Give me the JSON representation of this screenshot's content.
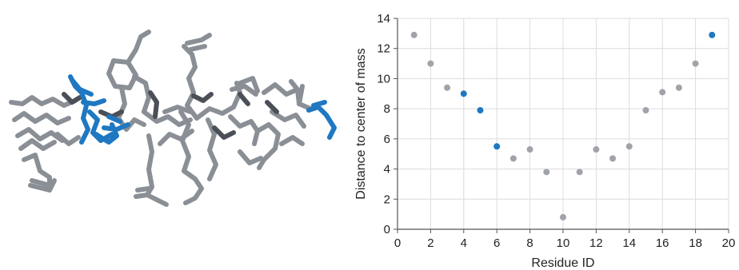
{
  "figure": {
    "molecule_icon": "peptide-stick-model",
    "colors": {
      "highlight": "#1f78c1",
      "default": "#a0a4aa",
      "stick_gray": "#8a8f96",
      "stick_dark": "#4b5058",
      "grid": "#dcdcdc",
      "axis": "#555555"
    }
  },
  "chart_data": {
    "type": "scatter",
    "xlabel": "Residue ID",
    "ylabel": "Distance to center of mass",
    "xlim": [
      0,
      20
    ],
    "ylim": [
      0,
      14
    ],
    "xticks": [
      0,
      2,
      4,
      6,
      8,
      10,
      12,
      14,
      16,
      18,
      20
    ],
    "yticks": [
      0,
      2,
      4,
      6,
      8,
      10,
      12,
      14
    ],
    "grid": true,
    "legend": "none",
    "points": [
      {
        "x": 1,
        "y": 12.9,
        "highlight": false
      },
      {
        "x": 2,
        "y": 11.0,
        "highlight": false
      },
      {
        "x": 3,
        "y": 9.4,
        "highlight": false
      },
      {
        "x": 4,
        "y": 9.0,
        "highlight": true
      },
      {
        "x": 5,
        "y": 7.9,
        "highlight": true
      },
      {
        "x": 6,
        "y": 5.5,
        "highlight": true
      },
      {
        "x": 7,
        "y": 4.7,
        "highlight": false
      },
      {
        "x": 8,
        "y": 5.3,
        "highlight": false
      },
      {
        "x": 9,
        "y": 3.8,
        "highlight": false
      },
      {
        "x": 10,
        "y": 0.8,
        "highlight": false
      },
      {
        "x": 11,
        "y": 3.8,
        "highlight": false
      },
      {
        "x": 12,
        "y": 5.3,
        "highlight": false
      },
      {
        "x": 13,
        "y": 4.7,
        "highlight": false
      },
      {
        "x": 14,
        "y": 5.5,
        "highlight": false
      },
      {
        "x": 15,
        "y": 7.9,
        "highlight": false
      },
      {
        "x": 16,
        "y": 9.1,
        "highlight": false
      },
      {
        "x": 17,
        "y": 9.4,
        "highlight": false
      },
      {
        "x": 18,
        "y": 11.0,
        "highlight": false
      },
      {
        "x": 19,
        "y": 12.9,
        "highlight": true
      }
    ]
  }
}
